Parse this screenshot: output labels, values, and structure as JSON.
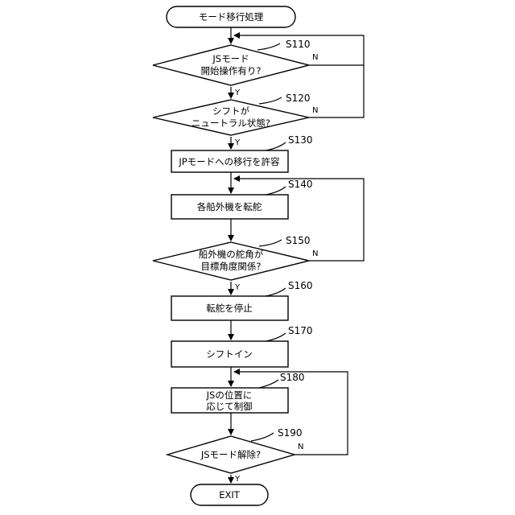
{
  "flowchart": {
    "start": "モード移行処理",
    "end": "EXIT",
    "steps": {
      "s110": {
        "id": "S110",
        "line1": "JSモード",
        "line2": "開始操作有り?"
      },
      "s120": {
        "id": "S120",
        "line1": "シフトが",
        "line2": "ニュートラル状態?"
      },
      "s130": {
        "id": "S130",
        "text": "JPモードへの移行を許容"
      },
      "s140": {
        "id": "S140",
        "text": "各船外機を転舵"
      },
      "s150": {
        "id": "S150",
        "line1": "船外機の舵角が",
        "line2": "目標角度関係?"
      },
      "s160": {
        "id": "S160",
        "text": "転舵を停止"
      },
      "s170": {
        "id": "S170",
        "text": "シフトイン"
      },
      "s180": {
        "id": "S180",
        "line1": "JSの位置に",
        "line2": "応じて制御"
      },
      "s190": {
        "id": "S190",
        "text": "JSモード解除?"
      }
    },
    "yes": "Y",
    "no": "N"
  }
}
